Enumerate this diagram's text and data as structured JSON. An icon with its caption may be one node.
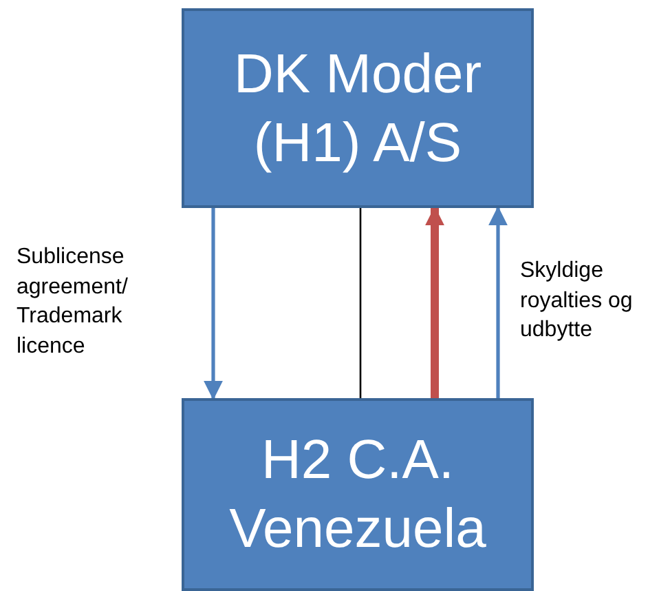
{
  "diagram": {
    "nodes": [
      {
        "text": [
          "DK Moder (H1) A/S"
        ]
      },
      {
        "text": [
          "H2 C.A. Venezuela"
        ]
      }
    ],
    "edges": [
      {
        "from": 0,
        "to": 1,
        "arrow": "to",
        "label": "Sublicense agreement/ Trademark licence"
      },
      {
        "from": 0,
        "to": 1,
        "arrow": "none",
        "color": "#000000"
      },
      {
        "from": 1,
        "to": 0,
        "arrow": "to",
        "style": "thick",
        "color": "#c0504d"
      },
      {
        "from": 1,
        "to": 0,
        "arrow": "to",
        "label": "Skyldige royalties og udbytte"
      }
    ]
  }
}
